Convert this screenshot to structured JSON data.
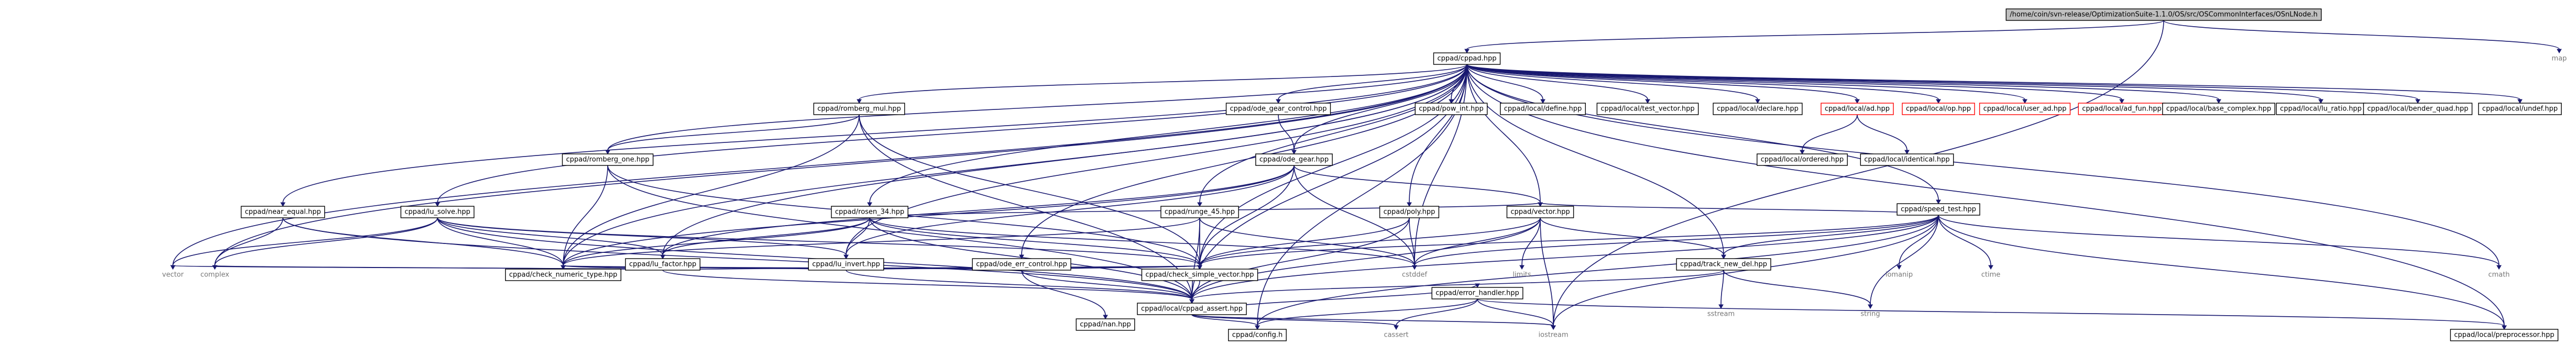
{
  "graph": {
    "nodes": [
      {
        "id": "root",
        "label": "/home/coin/svn-release/OptimizationSuite-1.1.0/OS/src/OSCommonInterfaces/OSnLNode.h",
        "kind": "root"
      },
      {
        "id": "map",
        "label": "map",
        "kind": "system"
      },
      {
        "id": "cppad_cppad",
        "label": "cppad/cppad.hpp",
        "kind": "doc"
      },
      {
        "id": "romberg_mul",
        "label": "cppad/romberg_mul.hpp",
        "kind": "doc"
      },
      {
        "id": "ode_gear_control",
        "label": "cppad/ode_gear_control.hpp",
        "kind": "doc"
      },
      {
        "id": "pow_int",
        "label": "cppad/pow_int.hpp",
        "kind": "doc"
      },
      {
        "id": "define",
        "label": "cppad/local/define.hpp",
        "kind": "doc"
      },
      {
        "id": "test_vector",
        "label": "cppad/local/test_vector.hpp",
        "kind": "doc"
      },
      {
        "id": "declare",
        "label": "cppad/local/declare.hpp",
        "kind": "doc"
      },
      {
        "id": "ad",
        "label": "cppad/local/ad.hpp",
        "kind": "red"
      },
      {
        "id": "op",
        "label": "cppad/local/op.hpp",
        "kind": "red"
      },
      {
        "id": "user_ad",
        "label": "cppad/local/user_ad.hpp",
        "kind": "red"
      },
      {
        "id": "ad_fun",
        "label": "cppad/local/ad_fun.hpp",
        "kind": "red"
      },
      {
        "id": "base_complex",
        "label": "cppad/local/base_complex.hpp",
        "kind": "doc"
      },
      {
        "id": "lu_ratio",
        "label": "cppad/local/lu_ratio.hpp",
        "kind": "doc"
      },
      {
        "id": "bender_quad",
        "label": "cppad/local/bender_quad.hpp",
        "kind": "doc"
      },
      {
        "id": "undef",
        "label": "cppad/local/undef.hpp",
        "kind": "doc"
      },
      {
        "id": "romberg_one",
        "label": "cppad/romberg_one.hpp",
        "kind": "doc"
      },
      {
        "id": "ode_gear",
        "label": "cppad/ode_gear.hpp",
        "kind": "doc"
      },
      {
        "id": "lu_solve",
        "label": "cppad/lu_solve.hpp",
        "kind": "doc"
      },
      {
        "id": "rosen_34",
        "label": "cppad/rosen_34.hpp",
        "kind": "doc"
      },
      {
        "id": "ordered",
        "label": "cppad/local/ordered.hpp",
        "kind": "doc"
      },
      {
        "id": "identical",
        "label": "cppad/local/identical.hpp",
        "kind": "doc"
      },
      {
        "id": "speed_test",
        "label": "cppad/speed_test.hpp",
        "kind": "doc"
      },
      {
        "id": "near_equal",
        "label": "cppad/near_equal.hpp",
        "kind": "doc"
      },
      {
        "id": "lu_factor",
        "label": "cppad/lu_factor.hpp",
        "kind": "doc"
      },
      {
        "id": "lu_invert",
        "label": "cppad/lu_invert.hpp",
        "kind": "doc"
      },
      {
        "id": "ode_err_control",
        "label": "cppad/ode_err_control.hpp",
        "kind": "doc"
      },
      {
        "id": "runge_45",
        "label": "cppad/runge_45.hpp",
        "kind": "doc"
      },
      {
        "id": "poly",
        "label": "cppad/poly.hpp",
        "kind": "doc"
      },
      {
        "id": "cppad_vector",
        "label": "cppad/vector.hpp",
        "kind": "doc"
      },
      {
        "id": "track_new_del",
        "label": "cppad/track_new_del.hpp",
        "kind": "doc"
      },
      {
        "id": "check_numeric_type",
        "label": "cppad/check_numeric_type.hpp",
        "kind": "doc"
      },
      {
        "id": "nan",
        "label": "cppad/nan.hpp",
        "kind": "doc"
      },
      {
        "id": "check_simple_vector",
        "label": "cppad/check_simple_vector.hpp",
        "kind": "doc"
      },
      {
        "id": "cppad_assert",
        "label": "cppad/local/cppad_assert.hpp",
        "kind": "doc"
      },
      {
        "id": "error_handler",
        "label": "cppad/error_handler.hpp",
        "kind": "doc"
      },
      {
        "id": "config",
        "label": "cppad/config.h",
        "kind": "doc"
      },
      {
        "id": "preprocessor",
        "label": "cppad/local/preprocessor.hpp",
        "kind": "doc"
      },
      {
        "id": "vector",
        "label": "vector",
        "kind": "system"
      },
      {
        "id": "complex",
        "label": "complex",
        "kind": "system"
      },
      {
        "id": "cstddef",
        "label": "cstddef",
        "kind": "system"
      },
      {
        "id": "limits",
        "label": "limits",
        "kind": "system"
      },
      {
        "id": "iomanip",
        "label": "iomanip",
        "kind": "system"
      },
      {
        "id": "ctime",
        "label": "ctime",
        "kind": "system"
      },
      {
        "id": "cmath",
        "label": "cmath",
        "kind": "system"
      },
      {
        "id": "string",
        "label": "string",
        "kind": "system"
      },
      {
        "id": "sstream",
        "label": "sstream",
        "kind": "system"
      },
      {
        "id": "cassert",
        "label": "cassert",
        "kind": "system"
      },
      {
        "id": "iostream",
        "label": "iostream",
        "kind": "system"
      }
    ],
    "edges": [
      [
        "root",
        "cppad_cppad"
      ],
      [
        "root",
        "map"
      ],
      [
        "root",
        "iostream"
      ],
      [
        "cppad_cppad",
        "romberg_mul"
      ],
      [
        "cppad_cppad",
        "ode_gear_control"
      ],
      [
        "cppad_cppad",
        "pow_int"
      ],
      [
        "cppad_cppad",
        "define"
      ],
      [
        "cppad_cppad",
        "test_vector"
      ],
      [
        "cppad_cppad",
        "declare"
      ],
      [
        "cppad_cppad",
        "ad"
      ],
      [
        "cppad_cppad",
        "op"
      ],
      [
        "cppad_cppad",
        "user_ad"
      ],
      [
        "cppad_cppad",
        "ad_fun"
      ],
      [
        "cppad_cppad",
        "base_complex"
      ],
      [
        "cppad_cppad",
        "lu_ratio"
      ],
      [
        "cppad_cppad",
        "bender_quad"
      ],
      [
        "cppad_cppad",
        "undef"
      ],
      [
        "cppad_cppad",
        "romberg_one"
      ],
      [
        "cppad_cppad",
        "ode_gear"
      ],
      [
        "cppad_cppad",
        "lu_solve"
      ],
      [
        "cppad_cppad",
        "rosen_34"
      ],
      [
        "cppad_cppad",
        "speed_test"
      ],
      [
        "cppad_cppad",
        "near_equal"
      ],
      [
        "cppad_cppad",
        "lu_factor"
      ],
      [
        "cppad_cppad",
        "lu_invert"
      ],
      [
        "cppad_cppad",
        "ode_err_control"
      ],
      [
        "cppad_cppad",
        "runge_45"
      ],
      [
        "cppad_cppad",
        "poly"
      ],
      [
        "cppad_cppad",
        "cppad_vector"
      ],
      [
        "cppad_cppad",
        "track_new_del"
      ],
      [
        "cppad_cppad",
        "check_numeric_type"
      ],
      [
        "cppad_cppad",
        "check_simple_vector"
      ],
      [
        "cppad_cppad",
        "cppad_assert"
      ],
      [
        "cppad_cppad",
        "config"
      ],
      [
        "cppad_cppad",
        "preprocessor"
      ],
      [
        "cppad_cppad",
        "vector"
      ],
      [
        "cppad_cppad",
        "complex"
      ],
      [
        "cppad_cppad",
        "cstddef"
      ],
      [
        "cppad_cppad",
        "cmath"
      ],
      [
        "romberg_mul",
        "romberg_one"
      ],
      [
        "romberg_mul",
        "check_numeric_type"
      ],
      [
        "romberg_mul",
        "check_simple_vector"
      ],
      [
        "romberg_mul",
        "cppad_assert"
      ],
      [
        "ode_gear_control",
        "ode_gear"
      ],
      [
        "ad",
        "ordered"
      ],
      [
        "ad",
        "identical"
      ],
      [
        "romberg_one",
        "check_numeric_type"
      ],
      [
        "romberg_one",
        "check_simple_vector"
      ],
      [
        "romberg_one",
        "cppad_assert"
      ],
      [
        "ode_gear",
        "cppad_vector"
      ],
      [
        "ode_gear",
        "lu_factor"
      ],
      [
        "ode_gear",
        "lu_invert"
      ],
      [
        "ode_gear",
        "check_numeric_type"
      ],
      [
        "ode_gear",
        "check_simple_vector"
      ],
      [
        "ode_gear",
        "cstddef"
      ],
      [
        "lu_solve",
        "lu_factor"
      ],
      [
        "lu_solve",
        "lu_invert"
      ],
      [
        "lu_solve",
        "check_numeric_type"
      ],
      [
        "lu_solve",
        "check_simple_vector"
      ],
      [
        "lu_solve",
        "cppad_assert"
      ],
      [
        "lu_solve",
        "complex"
      ],
      [
        "lu_solve",
        "vector"
      ],
      [
        "rosen_34",
        "cppad_vector"
      ],
      [
        "rosen_34",
        "lu_factor"
      ],
      [
        "rosen_34",
        "lu_invert"
      ],
      [
        "rosen_34",
        "check_numeric_type"
      ],
      [
        "rosen_34",
        "check_simple_vector"
      ],
      [
        "rosen_34",
        "cppad_assert"
      ],
      [
        "rosen_34",
        "cstddef"
      ],
      [
        "speed_test",
        "cppad_vector"
      ],
      [
        "speed_test",
        "track_new_del"
      ],
      [
        "speed_test",
        "cppad_assert"
      ],
      [
        "speed_test",
        "check_simple_vector"
      ],
      [
        "speed_test",
        "cstddef"
      ],
      [
        "speed_test",
        "iomanip"
      ],
      [
        "speed_test",
        "ctime"
      ],
      [
        "speed_test",
        "cmath"
      ],
      [
        "speed_test",
        "string"
      ],
      [
        "speed_test",
        "iostream"
      ],
      [
        "speed_test",
        "config"
      ],
      [
        "speed_test",
        "preprocessor"
      ],
      [
        "near_equal",
        "check_numeric_type"
      ],
      [
        "near_equal",
        "cppad_assert"
      ],
      [
        "near_equal",
        "complex"
      ],
      [
        "lu_factor",
        "check_numeric_type"
      ],
      [
        "lu_factor",
        "check_simple_vector"
      ],
      [
        "lu_factor",
        "cppad_assert"
      ],
      [
        "lu_factor",
        "complex"
      ],
      [
        "lu_factor",
        "vector"
      ],
      [
        "lu_invert",
        "check_numeric_type"
      ],
      [
        "lu_invert",
        "check_simple_vector"
      ],
      [
        "lu_invert",
        "cppad_assert"
      ],
      [
        "ode_err_control",
        "check_numeric_type"
      ],
      [
        "ode_err_control",
        "check_simple_vector"
      ],
      [
        "ode_err_control",
        "nan"
      ],
      [
        "ode_err_control",
        "cppad_assert"
      ],
      [
        "runge_45",
        "check_numeric_type"
      ],
      [
        "runge_45",
        "check_simple_vector"
      ],
      [
        "runge_45",
        "cppad_assert"
      ],
      [
        "runge_45",
        "cstddef"
      ],
      [
        "poly",
        "check_simple_vector"
      ],
      [
        "poly",
        "cstddef"
      ],
      [
        "poly",
        "cppad_assert"
      ],
      [
        "cppad_vector",
        "track_new_del"
      ],
      [
        "cppad_vector",
        "check_simple_vector"
      ],
      [
        "cppad_vector",
        "cppad_assert"
      ],
      [
        "cppad_vector",
        "cstddef"
      ],
      [
        "cppad_vector",
        "limits"
      ],
      [
        "cppad_vector",
        "iostream"
      ],
      [
        "track_new_del",
        "cppad_assert"
      ],
      [
        "track_new_del",
        "string"
      ],
      [
        "track_new_del",
        "sstream"
      ],
      [
        "check_simple_vector",
        "cppad_assert"
      ],
      [
        "cppad_assert",
        "error_handler"
      ],
      [
        "cppad_assert",
        "config"
      ],
      [
        "cppad_assert",
        "cassert"
      ],
      [
        "cppad_assert",
        "iostream"
      ],
      [
        "error_handler",
        "config"
      ],
      [
        "error_handler",
        "cassert"
      ],
      [
        "error_handler",
        "iostream"
      ],
      [
        "error_handler",
        "preprocessor"
      ]
    ]
  }
}
